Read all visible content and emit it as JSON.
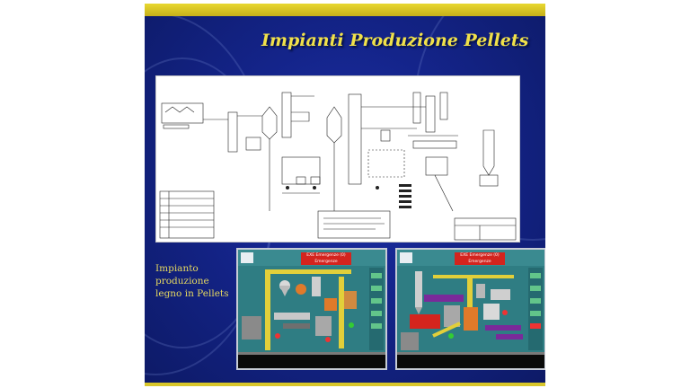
{
  "slide": {
    "title": "Impianti Produzione Pellets",
    "caption_lines": [
      "Impianto",
      "produzione",
      "legno in Pellets"
    ]
  },
  "colors": {
    "slide_background": "#14248a",
    "accent_yellow": "#f1e14a",
    "hmi_teal": "#2f7d83",
    "hmi_alarm_red": "#d4241e"
  },
  "hmi_left": {
    "banner_lines": [
      "EXE Emergenze (0)",
      "Emergenze"
    ]
  },
  "hmi_right": {
    "banner_lines": [
      "EXE Emergenze (0)",
      "Emergenze"
    ]
  }
}
